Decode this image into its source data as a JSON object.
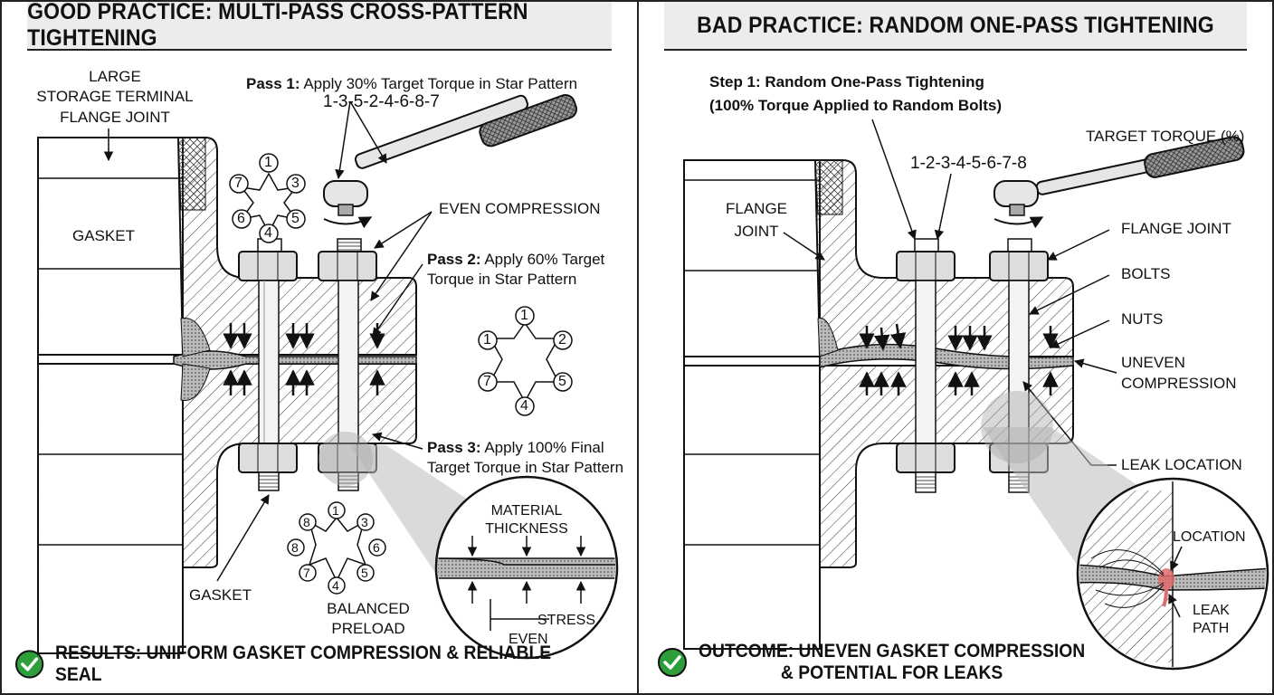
{
  "left": {
    "title": "GOOD PRACTICE: MULTI-PASS CROSS-PATTERN TIGHTENING",
    "label_large": "LARGE",
    "label_storage": "STORAGE TERMINAL",
    "label_flange_joint": "FLANGE JOINT",
    "label_gasket_pipe": "GASKET",
    "pass1_bold": "Pass 1:",
    "pass1_text": " Apply 30% Target Torque in Star Pattern",
    "pass1_seq": "1-3-5-2-4-6-8-7",
    "even_compression": "EVEN COMPRESSION",
    "pass2_bold": "Pass 2:",
    "pass2_text": " Apply 60% Target",
    "pass2_text2": "Torque in Star Pattern",
    "pass3_bold": "Pass 3:",
    "pass3_text": " Apply 100% Final",
    "pass3_text2": "Target Torque in Star Pattern",
    "label_gasket_bottom": "GASKET",
    "balanced": "BALANCED",
    "preload": "PRELOAD",
    "material": "MATERIAL",
    "thickness": "THICKNESS",
    "stress": "STRESS",
    "even": "EVEN",
    "star1": [
      "1",
      "3",
      "5",
      "4",
      "6",
      "7"
    ],
    "star2": [
      "1",
      "2",
      "5",
      "4",
      "7",
      "1"
    ],
    "star3": [
      "1",
      "3",
      "6",
      "5",
      "4",
      "7",
      "8",
      "8"
    ],
    "result": "RESULTS: UNIFORM GASKET COMPRESSION & RELIABLE SEAL"
  },
  "right": {
    "title": "BAD PRACTICE: RANDOM ONE-PASS TIGHTENING",
    "step1_line1": "Step 1: Random One-Pass Tightening",
    "step1_line2": "(100% Torque Applied to Random Bolts)",
    "seq": "1-2-3-4-5-6-7-8",
    "target_torque": "TARGET TORQUE (%)",
    "flange": "FLANGE",
    "joint": "JOINT",
    "flange_joint": "FLANGE JOINT",
    "bolts": "BOLTS",
    "nuts": "NUTS",
    "uneven": "UNEVEN",
    "compression": "COMPRESSION",
    "leak_location": "LEAK LOCATION",
    "location": "LOCATION",
    "leak": "LEAK",
    "path": "PATH",
    "outcome1": "OUTCOME: UNEVEN GASKET COMPRESSION",
    "outcome2": "& POTENTIAL FOR LEAKS"
  },
  "colors": {
    "check_green": "#2e9e3a",
    "leak_red": "#e06b6b",
    "line": "#1a1a1a"
  }
}
